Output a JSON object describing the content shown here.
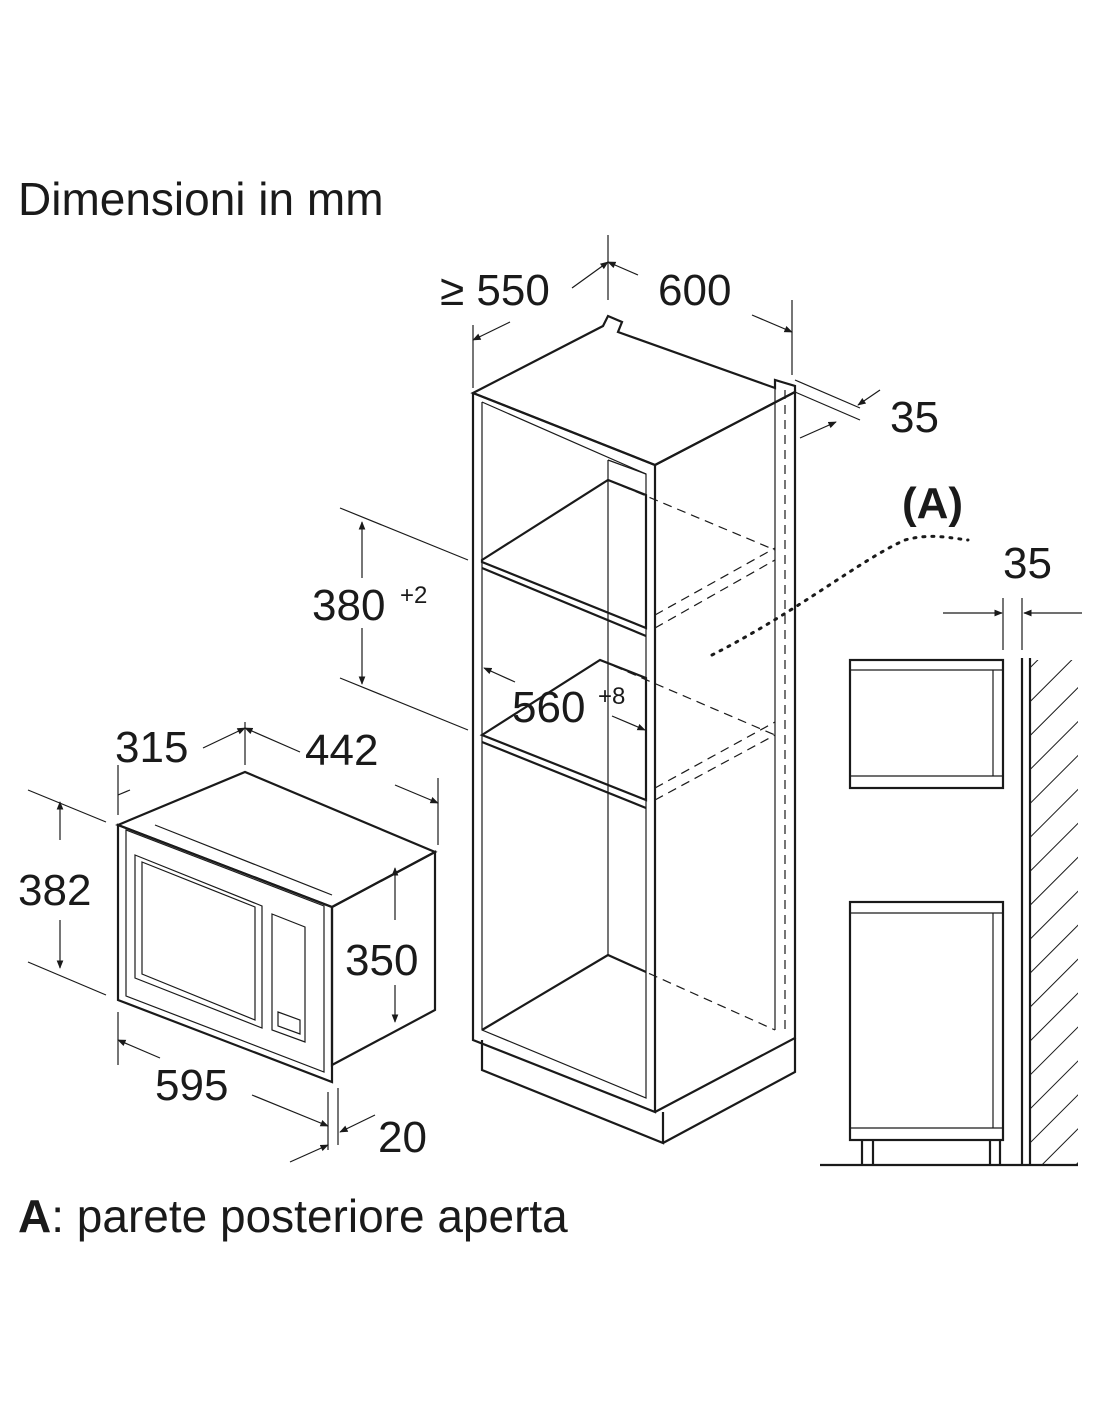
{
  "title": "Dimensioni in mm",
  "footnote": {
    "key": "A",
    "text": ": parete posteriore aperta"
  },
  "label_A": "(A)",
  "dimensions": {
    "cabinet_depth_min": "≥ 550",
    "cabinet_width": "600",
    "back_gap_top": "35",
    "back_gap_side": "35",
    "niche_height": "380",
    "niche_height_tol": "+2",
    "niche_width": "560",
    "niche_width_tol": "+8",
    "oven_depth": "315",
    "oven_width_body": "442",
    "oven_height_front": "382",
    "oven_height_body": "350",
    "oven_width_front": "595",
    "oven_front_depth": "20"
  }
}
